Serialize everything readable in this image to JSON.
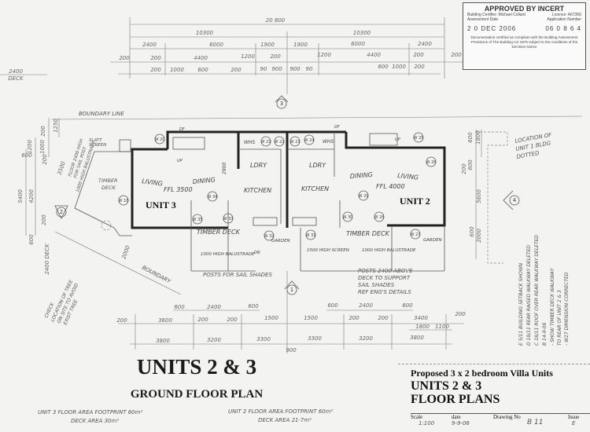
{
  "stamp": {
    "heading": "APPROVED BY INCERT",
    "certifier": "Building Certifier: Michael Collard",
    "licence": "Licence: A67356",
    "date_label": "Assessment Date",
    "app_label": "Application Number",
    "date": "2 0 DEC 2006",
    "app_number": "06 0 8 6 4",
    "text": "Documentation certified as compliant with the Building Assessment Provisions of The Building Act 1975 subject to the conditions of the Decision Notice"
  },
  "title": {
    "main": "UNITS  2 & 3",
    "sub": "GROUND FLOOR PLAN"
  },
  "area_notes": {
    "unit3_floor": "UNIT 3 FLOOR AREA FOOTPRINT  60m²",
    "unit3_deck": "DECK AREA  30m²",
    "unit2_floor": "UNIT 2 FLOOR AREA FOOTPRINT  60m²",
    "unit2_deck": "DECK AREA  21·7m²"
  },
  "title_block": {
    "line1": "Proposed  3 x 2 bedroom Villa Units",
    "line2": "UNITS  2 & 3",
    "line3": "FLOOR  PLANS",
    "scale_label": "Scale",
    "scale": "1:100",
    "date_label": "date",
    "date": "9-9-06",
    "drawing_label": "Drawing No",
    "drawing": "B 11",
    "issue_label": "Issue",
    "issue": "E"
  },
  "dims_top": [
    "20 800",
    "10300",
    "10300",
    "2400",
    "6000",
    "1900",
    "1900",
    "6000",
    "2400",
    "200",
    "200",
    "4400",
    "1200",
    "200",
    "1200",
    "4400",
    "200",
    "200",
    "200",
    "1000",
    "600",
    "200",
    "90",
    "900",
    "900",
    "90",
    "600",
    "1000",
    "200",
    "2400",
    "DECK"
  ],
  "dims_bottom": [
    "600",
    "2400",
    "600",
    "600",
    "2400",
    "600",
    "200",
    "3600",
    "200",
    "200",
    "1500",
    "1500",
    "200",
    "200",
    "3400",
    "200",
    "1800",
    "1100",
    "3800",
    "3200",
    "3300",
    "3300",
    "3200",
    "3800",
    "900"
  ],
  "dims_left": [
    "5400",
    "4200",
    "600",
    "1200",
    "1000",
    "200",
    "200",
    "1250",
    "3500",
    "2400 DECK",
    "2000",
    "200",
    "600"
  ],
  "dims_right": [
    "600",
    "1800",
    "5600",
    "600",
    "2000",
    "200",
    "600"
  ],
  "unit3": {
    "label": "UNIT 3",
    "living": "LIVING",
    "ffl": "FFL 3500",
    "dining": "DINING",
    "kitchen": "KITCHEN",
    "ldry": "LDRY",
    "whs": "WHS",
    "deck": "TIMBER DECK",
    "balustrade": "1000 HIGH BALUSTRADE",
    "garden": "GARDEN",
    "ceiling": "2900",
    "up": "UP",
    "dn": "DN",
    "df": "DF"
  },
  "unit2": {
    "label": "UNIT 2",
    "living": "LIVING",
    "ffl": "FFL 4000",
    "dining": "DINING",
    "kitchen": "KITCHEN",
    "ldry": "LDRY",
    "whs": "WHS",
    "deck": "TIMBER DECK",
    "screen": "1500 HIGH SCREEN",
    "balustrade": "1000 HIGH BALUSTRADE",
    "garden": "GARDEN",
    "up": "UP",
    "df": "DF"
  },
  "window_tags": [
    "W 18",
    "W 20",
    "W 21",
    "W 22",
    "W 34",
    "W 35",
    "W 33",
    "W 32",
    "W 23",
    "W 24",
    "W 25",
    "W 26",
    "W 29",
    "W 30",
    "W 28",
    "W 31",
    "W 27"
  ],
  "notes": {
    "boundary_line": "BOUNDARY LINE",
    "boundary": "BOUNDARY",
    "posts_left": "POSTS FOR SAIL SHADES",
    "posts_right": [
      "POSTS 2400 ABOVE",
      "DECK TO SUPPORT",
      "SAIL SHADES",
      "REF ENG'S DETAILS"
    ],
    "location_unit1": [
      "LOCATION OF",
      "UNIT 1 BLDG",
      "DOTTED"
    ],
    "check_tree": [
      "CHECK",
      "LOCATION OF TREE",
      "ON SITE TO AVOID",
      "EXIST TREE"
    ],
    "sail_post": [
      "FLOOR 2400 HIGH",
      "FOR SAIL POST"
    ],
    "left_balustrade": "1000 HIGH BALUSTRADE",
    "slatt_screen": [
      "SLATT",
      "SCREEN"
    ],
    "left_deck": [
      "TIMBER",
      "DECK"
    ]
  },
  "revisions": [
    "E  5/11 BUILDING SETBACK SHOWN",
    "D  18/11 REAR RAISED WALKWAY DELETED",
    "C  18/11 ROOF OVER REAR WALKWAY DELETED",
    "B  14-9-06",
    "- SHOW TIMBER DECK WALKWAY",
    "  TO REAR OF UNIT 2 & 3",
    "- W27 DIMENSION CORRECTED"
  ],
  "markers": [
    "1",
    "2",
    "3",
    "4"
  ]
}
